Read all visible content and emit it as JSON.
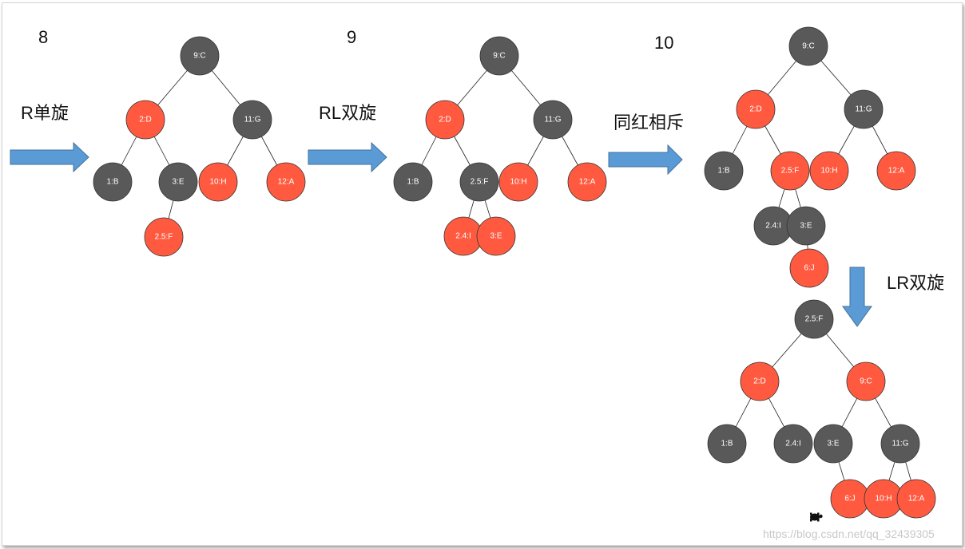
{
  "colors": {
    "red": "#ff5a40",
    "black": "#595959",
    "arrow": "#5b9bd5",
    "arrow_border": "#41719c"
  },
  "diagrams": [
    {
      "id": "step-8",
      "step": "8",
      "operation": "R单旋",
      "nodes": [
        {
          "id": "9C",
          "label": "9:C",
          "color": "black"
        },
        {
          "id": "2D",
          "label": "2:D",
          "color": "red"
        },
        {
          "id": "11G",
          "label": "11:G",
          "color": "black"
        },
        {
          "id": "1B",
          "label": "1:B",
          "color": "black"
        },
        {
          "id": "3E",
          "label": "3:E",
          "color": "black"
        },
        {
          "id": "10H",
          "label": "10:H",
          "color": "red"
        },
        {
          "id": "12A",
          "label": "12:A",
          "color": "red"
        },
        {
          "id": "25F",
          "label": "2.5:F",
          "color": "red"
        }
      ],
      "edges": [
        [
          "9C",
          "2D"
        ],
        [
          "9C",
          "11G"
        ],
        [
          "2D",
          "1B"
        ],
        [
          "2D",
          "3E"
        ],
        [
          "11G",
          "10H"
        ],
        [
          "11G",
          "12A"
        ],
        [
          "3E",
          "25F"
        ]
      ]
    },
    {
      "id": "step-9",
      "step": "9",
      "operation": "RL双旋",
      "nodes": [
        {
          "id": "9C",
          "label": "9:C",
          "color": "black"
        },
        {
          "id": "2D",
          "label": "2:D",
          "color": "red"
        },
        {
          "id": "11G",
          "label": "11:G",
          "color": "black"
        },
        {
          "id": "1B",
          "label": "1:B",
          "color": "black"
        },
        {
          "id": "25F",
          "label": "2.5:F",
          "color": "black"
        },
        {
          "id": "10H",
          "label": "10:H",
          "color": "red"
        },
        {
          "id": "12A",
          "label": "12:A",
          "color": "red"
        },
        {
          "id": "24I",
          "label": "2.4:I",
          "color": "red"
        },
        {
          "id": "3E",
          "label": "3:E",
          "color": "red"
        }
      ],
      "edges": [
        [
          "9C",
          "2D"
        ],
        [
          "9C",
          "11G"
        ],
        [
          "2D",
          "1B"
        ],
        [
          "2D",
          "25F"
        ],
        [
          "11G",
          "10H"
        ],
        [
          "11G",
          "12A"
        ],
        [
          "25F",
          "24I"
        ],
        [
          "25F",
          "3E"
        ]
      ]
    },
    {
      "id": "step-10",
      "step": "10",
      "operation": "同红相斥",
      "nodes": [
        {
          "id": "9C",
          "label": "9:C",
          "color": "black"
        },
        {
          "id": "2D",
          "label": "2:D",
          "color": "red"
        },
        {
          "id": "11G",
          "label": "11:G",
          "color": "black"
        },
        {
          "id": "1B",
          "label": "1:B",
          "color": "black"
        },
        {
          "id": "25F",
          "label": "2.5:F",
          "color": "red"
        },
        {
          "id": "10H",
          "label": "10:H",
          "color": "red"
        },
        {
          "id": "12A",
          "label": "12:A",
          "color": "red"
        },
        {
          "id": "24I",
          "label": "2.4:I",
          "color": "black"
        },
        {
          "id": "3E",
          "label": "3:E",
          "color": "black"
        },
        {
          "id": "6J",
          "label": "6:J",
          "color": "red"
        }
      ],
      "edges": [
        [
          "9C",
          "2D"
        ],
        [
          "9C",
          "11G"
        ],
        [
          "2D",
          "1B"
        ],
        [
          "2D",
          "25F"
        ],
        [
          "11G",
          "10H"
        ],
        [
          "11G",
          "12A"
        ],
        [
          "25F",
          "24I"
        ],
        [
          "25F",
          "3E"
        ],
        [
          "3E",
          "6J"
        ]
      ]
    },
    {
      "id": "step-10-after",
      "step": "",
      "operation": "LR双旋",
      "nodes": [
        {
          "id": "25F",
          "label": "2.5:F",
          "color": "black"
        },
        {
          "id": "2D",
          "label": "2:D",
          "color": "red"
        },
        {
          "id": "9C",
          "label": "9:C",
          "color": "red"
        },
        {
          "id": "1B",
          "label": "1:B",
          "color": "black"
        },
        {
          "id": "24I",
          "label": "2.4:I",
          "color": "black"
        },
        {
          "id": "3E",
          "label": "3:E",
          "color": "black"
        },
        {
          "id": "11G",
          "label": "11:G",
          "color": "black"
        },
        {
          "id": "6J",
          "label": "6:J",
          "color": "red"
        },
        {
          "id": "10H",
          "label": "10:H",
          "color": "red"
        },
        {
          "id": "12A",
          "label": "12:A",
          "color": "red"
        }
      ],
      "edges": [
        [
          "25F",
          "2D"
        ],
        [
          "25F",
          "9C"
        ],
        [
          "2D",
          "1B"
        ],
        [
          "2D",
          "24I"
        ],
        [
          "9C",
          "3E"
        ],
        [
          "9C",
          "11G"
        ],
        [
          "3E",
          "6J"
        ],
        [
          "11G",
          "10H"
        ],
        [
          "11G",
          "12A"
        ]
      ]
    }
  ],
  "watermark": "https://blog.csdn.net/qq_32439305"
}
